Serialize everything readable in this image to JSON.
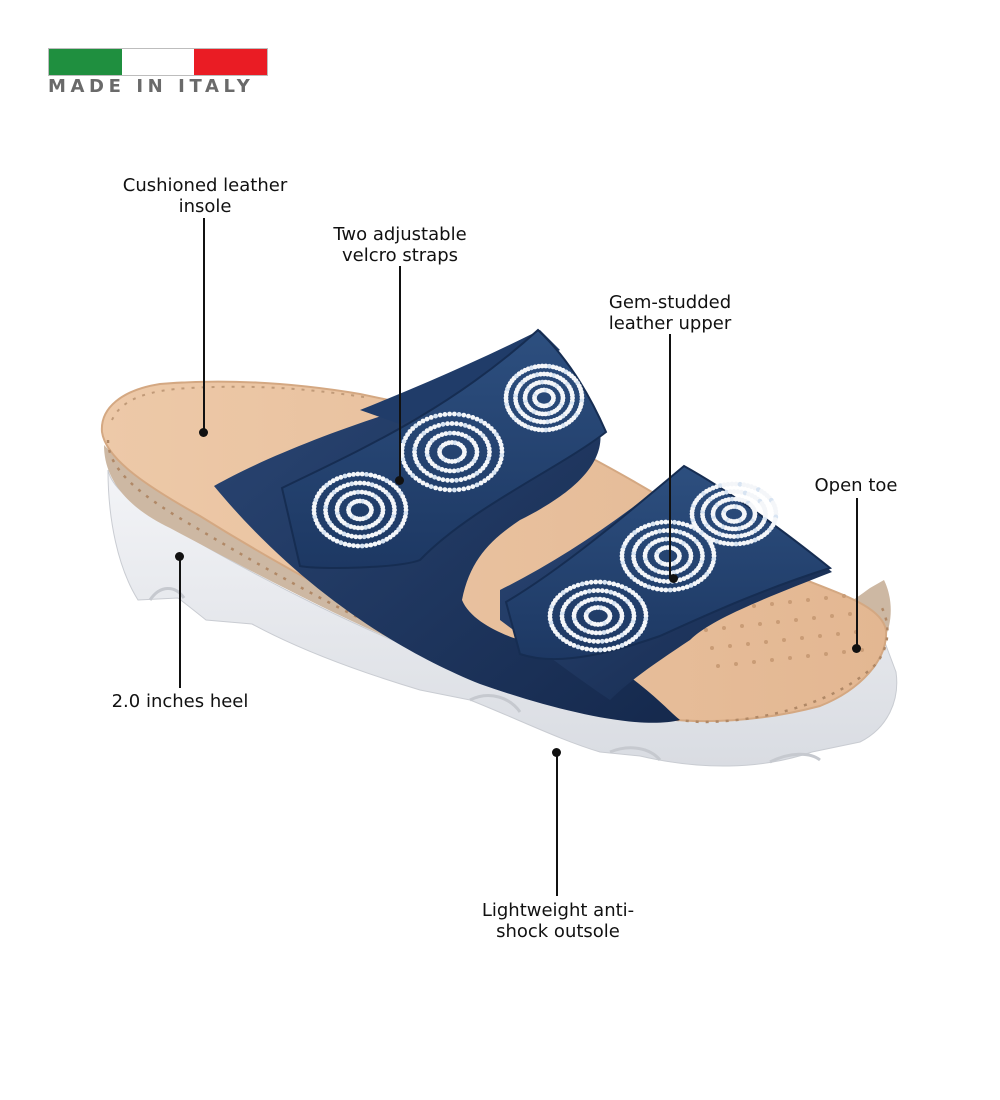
{
  "badge": {
    "text": "MADE IN ITALY",
    "flag_colors": [
      "#1f8f3f",
      "#ffffff",
      "#ea1c24"
    ],
    "text_color": "#6a6a6a"
  },
  "product": {
    "name": "sandal",
    "colors": {
      "upper": "#1f3760",
      "upper_dark": "#14274a",
      "insole": "#e7bf9c",
      "welt": "#cdb8a3",
      "outsole": "#e9ebef",
      "stitch": "#f2e2cd"
    }
  },
  "callouts": [
    {
      "id": "insole",
      "lines": [
        "Cushioned leather",
        "insole"
      ]
    },
    {
      "id": "straps",
      "lines": [
        "Two adjustable",
        "velcro straps"
      ]
    },
    {
      "id": "upper",
      "lines": [
        "Gem-studded",
        "leather upper"
      ]
    },
    {
      "id": "toe",
      "lines": [
        "Open toe"
      ]
    },
    {
      "id": "heel",
      "lines": [
        "2.0 inches heel"
      ]
    },
    {
      "id": "outsole",
      "lines": [
        "Lightweight anti-",
        "shock outsole"
      ]
    }
  ]
}
